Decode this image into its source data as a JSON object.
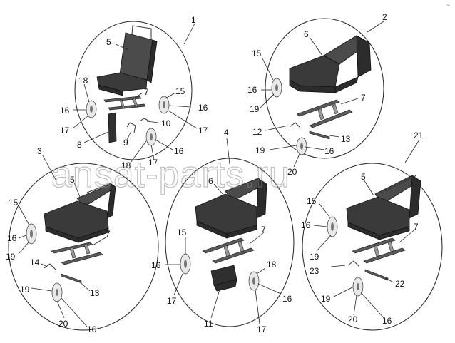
{
  "watermark": "ansat-parts.ru",
  "corner_mark": "~",
  "labels": {
    "a1": "1",
    "a5": "5",
    "a7": "7",
    "a18": "18",
    "a15": "15",
    "a16l": "16",
    "a16r": "16",
    "a17l": "17",
    "a17r": "17",
    "a10": "10",
    "a8": "8",
    "a9": "9",
    "a16b": "16",
    "a18b": "18",
    "a17b": "17",
    "b2": "2",
    "b6": "6",
    "b15": "15",
    "b16l": "16",
    "b19": "19",
    "b7": "7",
    "b12": "12",
    "b13": "13",
    "b19b": "19",
    "b16b": "16",
    "b20": "20",
    "c3": "3",
    "c5": "5",
    "c15": "15",
    "c16": "16",
    "c19": "19",
    "c7": "7",
    "c14": "14",
    "c13": "13",
    "c19b": "19",
    "c20": "20",
    "c16b": "16",
    "d4": "4",
    "d6": "6",
    "d15": "15",
    "d7": "7",
    "d16": "16",
    "d17": "17",
    "d18": "18",
    "d16b": "16",
    "d11": "11",
    "d17b": "17",
    "e21": "21",
    "e5": "5",
    "e15": "15",
    "e16": "16",
    "e7": "7",
    "e19": "19",
    "e23": "23",
    "e22": "22",
    "e19b": "19",
    "e20": "20",
    "e16b": "16"
  }
}
